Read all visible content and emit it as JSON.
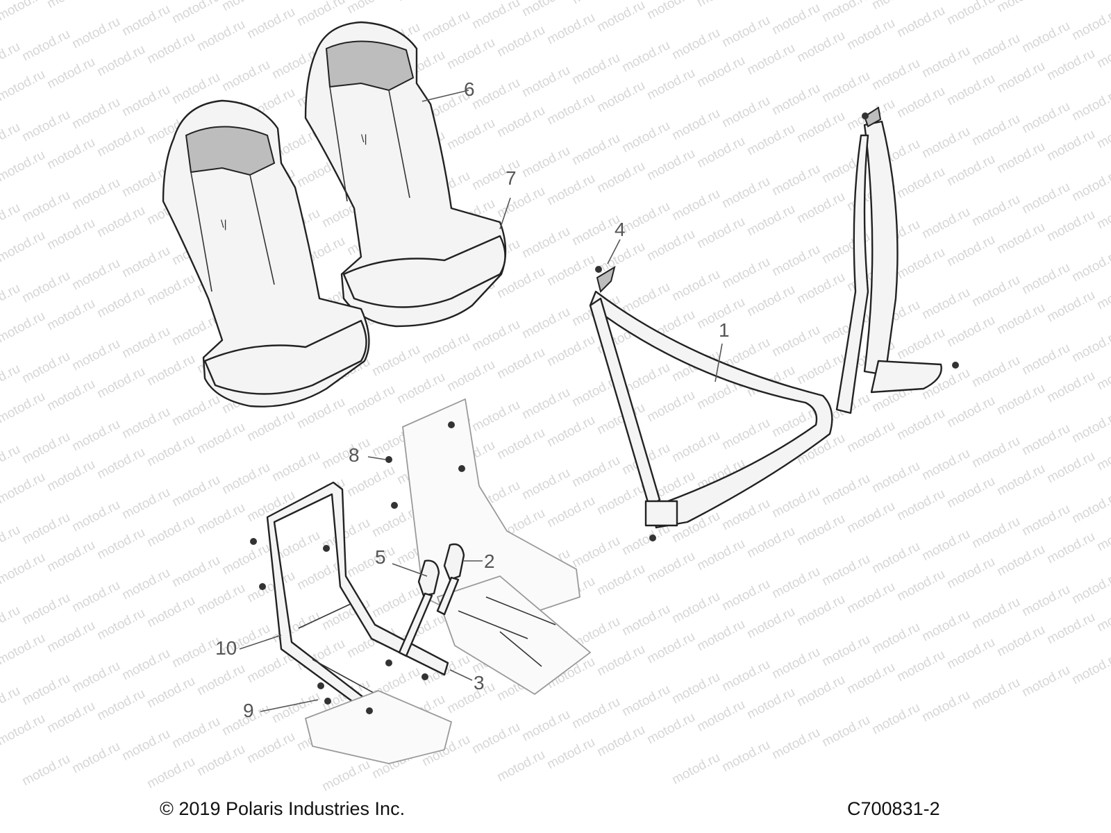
{
  "watermark": {
    "text": "motod.ru",
    "color": "#d6d6d6"
  },
  "callouts": [
    {
      "id": "1",
      "label": "1"
    },
    {
      "id": "2",
      "label": "2"
    },
    {
      "id": "3",
      "label": "3"
    },
    {
      "id": "4",
      "label": "4"
    },
    {
      "id": "5",
      "label": "5"
    },
    {
      "id": "6",
      "label": "6"
    },
    {
      "id": "7",
      "label": "7"
    },
    {
      "id": "8",
      "label": "8"
    },
    {
      "id": "9",
      "label": "9"
    },
    {
      "id": "10",
      "label": "10"
    }
  ],
  "footer": {
    "copyright": "© 2019 Polaris Industries Inc.",
    "diagram_code": "C700831-2"
  }
}
